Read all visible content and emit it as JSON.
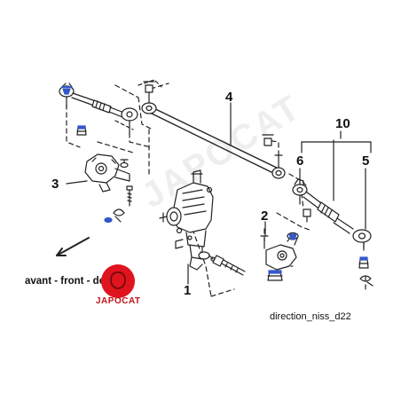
{
  "diagram": {
    "callouts": [
      {
        "id": "1",
        "label": "1"
      },
      {
        "id": "2",
        "label": "2"
      },
      {
        "id": "3",
        "label": "3"
      },
      {
        "id": "4",
        "label": "4"
      },
      {
        "id": "5",
        "label": "5"
      },
      {
        "id": "6",
        "label": "6"
      },
      {
        "id": "10",
        "label": "10"
      }
    ],
    "direction_caption": "avant - front - dela",
    "file_caption": "direction_niss_d22",
    "logo_text": "JAPOCAT",
    "watermark_text": "JAPOCAT",
    "colors": {
      "line": "#222222",
      "part_fill": "#ffffff",
      "highlight_blue": "#3557c9",
      "logo_red": "#e0141e"
    }
  }
}
